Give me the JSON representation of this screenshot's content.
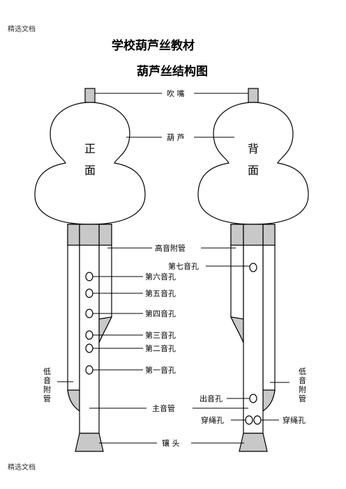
{
  "header": {
    "label": "精选文档"
  },
  "footer": {
    "label": "精选文档"
  },
  "title": "学校葫芦丝教材",
  "subtitle": "葫芦丝结构图",
  "sides": {
    "front": [
      "正",
      "面"
    ],
    "back": [
      "背",
      "面"
    ]
  },
  "labels": {
    "mouthpiece": "吹 嘴",
    "gourd": "葫 芦",
    "high_drone": "高音附管",
    "hole7": "第七音孔",
    "hole6": "第六音孔",
    "hole5": "第五音孔",
    "hole4": "第四音孔",
    "hole3": "第三音孔",
    "hole2": "第二音孔",
    "hole1": "第一音孔",
    "low_drone_left": [
      "低",
      "音",
      "附",
      "管"
    ],
    "low_drone_right": [
      "低",
      "音",
      "附",
      "管"
    ],
    "sound_hole": "出音孔",
    "main_pipe": "主音管",
    "rope_hole_left": "穿绳孔",
    "rope_hole_right": "穿绳孔",
    "ferrule": "镶 头"
  },
  "colors": {
    "gray": "#c8c8c8",
    "line": "#000000"
  }
}
